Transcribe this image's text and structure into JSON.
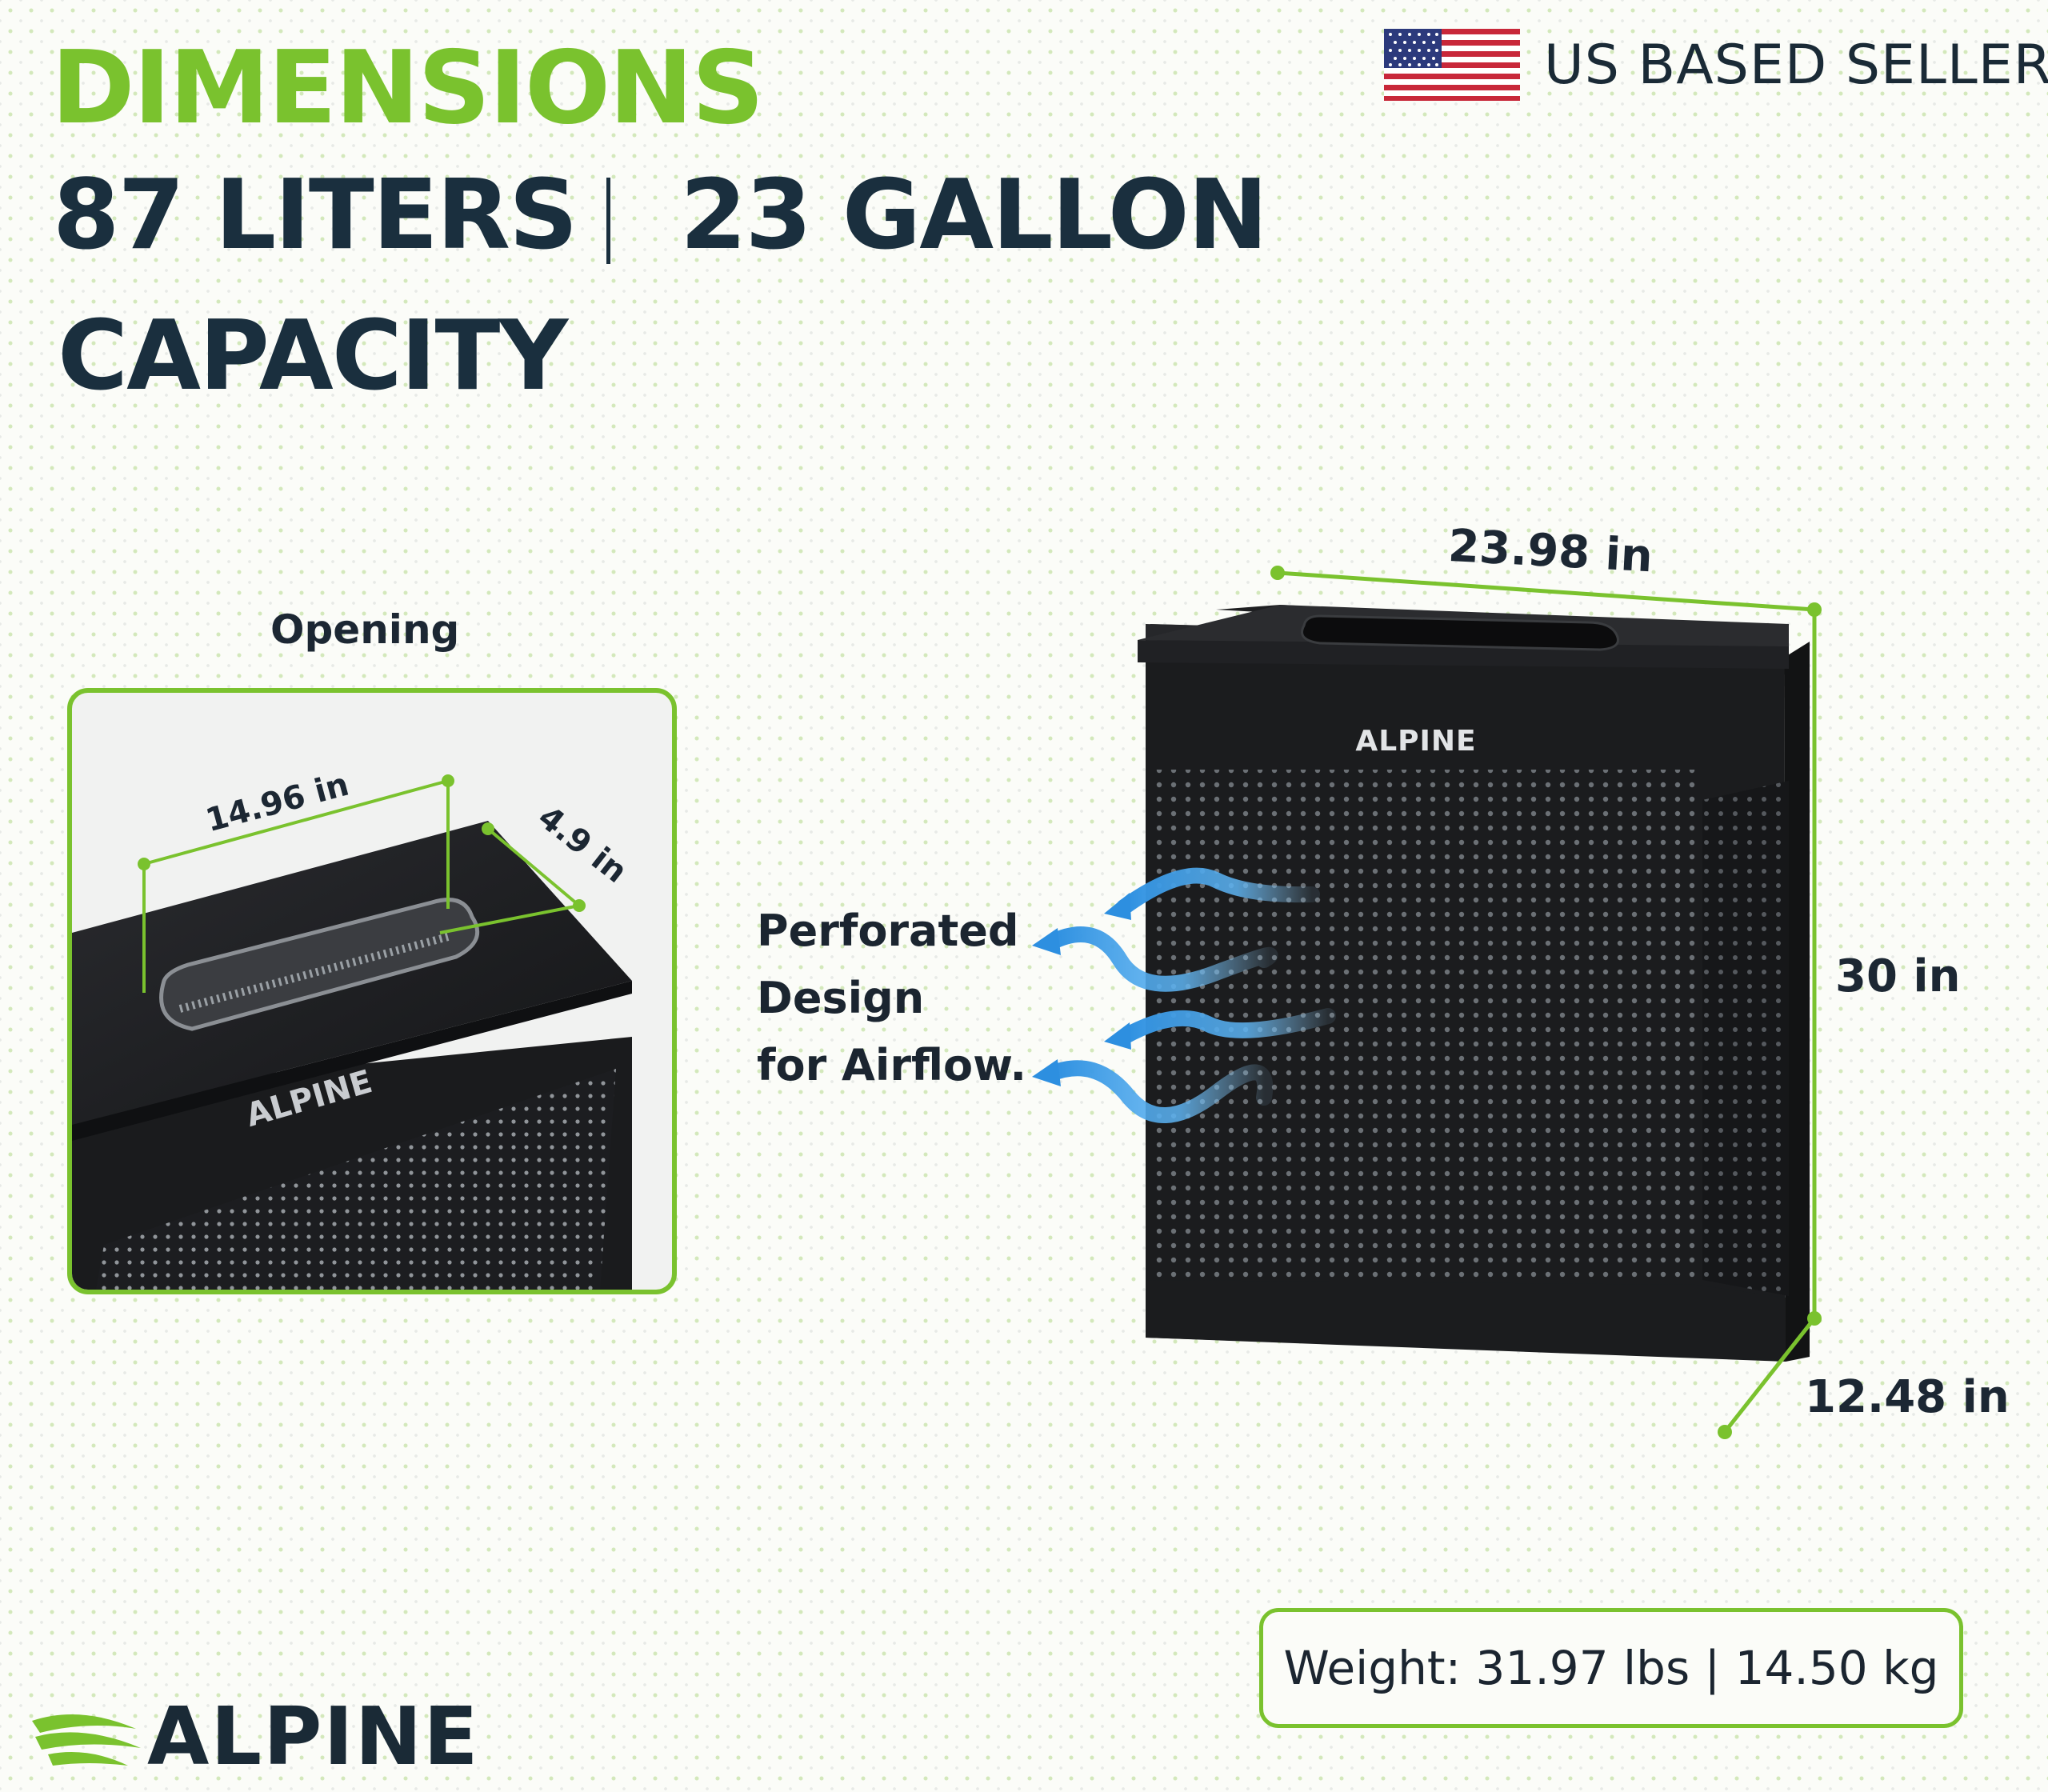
{
  "header": {
    "title": "DIMENSIONS",
    "capacity_liters": "87 LITERS",
    "capacity_gallon": "23 GALLON",
    "capacity_label": "CAPACITY"
  },
  "seller": {
    "label": "US BASED SELLER",
    "flag_icon": "us-flag-icon"
  },
  "opening": {
    "label": "Opening",
    "length": "14.96 in",
    "width": "4.9 in"
  },
  "product": {
    "brand": "ALPINE",
    "width": "23.98 in",
    "height": "30 in",
    "depth": "12.48 in"
  },
  "airflow": {
    "line1": "Perforated",
    "line2": "Design",
    "line3": "for Airflow."
  },
  "weight": {
    "text": "Weight: 31.97 lbs | 14.50 kg"
  },
  "logo": {
    "text": "ALPINE",
    "icon": "alpine-leaf-icon"
  },
  "colors": {
    "accent_green": "#7ac22e",
    "navy": "#1a2f3e",
    "product_black": "#1b1c1e",
    "air_blue": "#3aa0e8"
  }
}
